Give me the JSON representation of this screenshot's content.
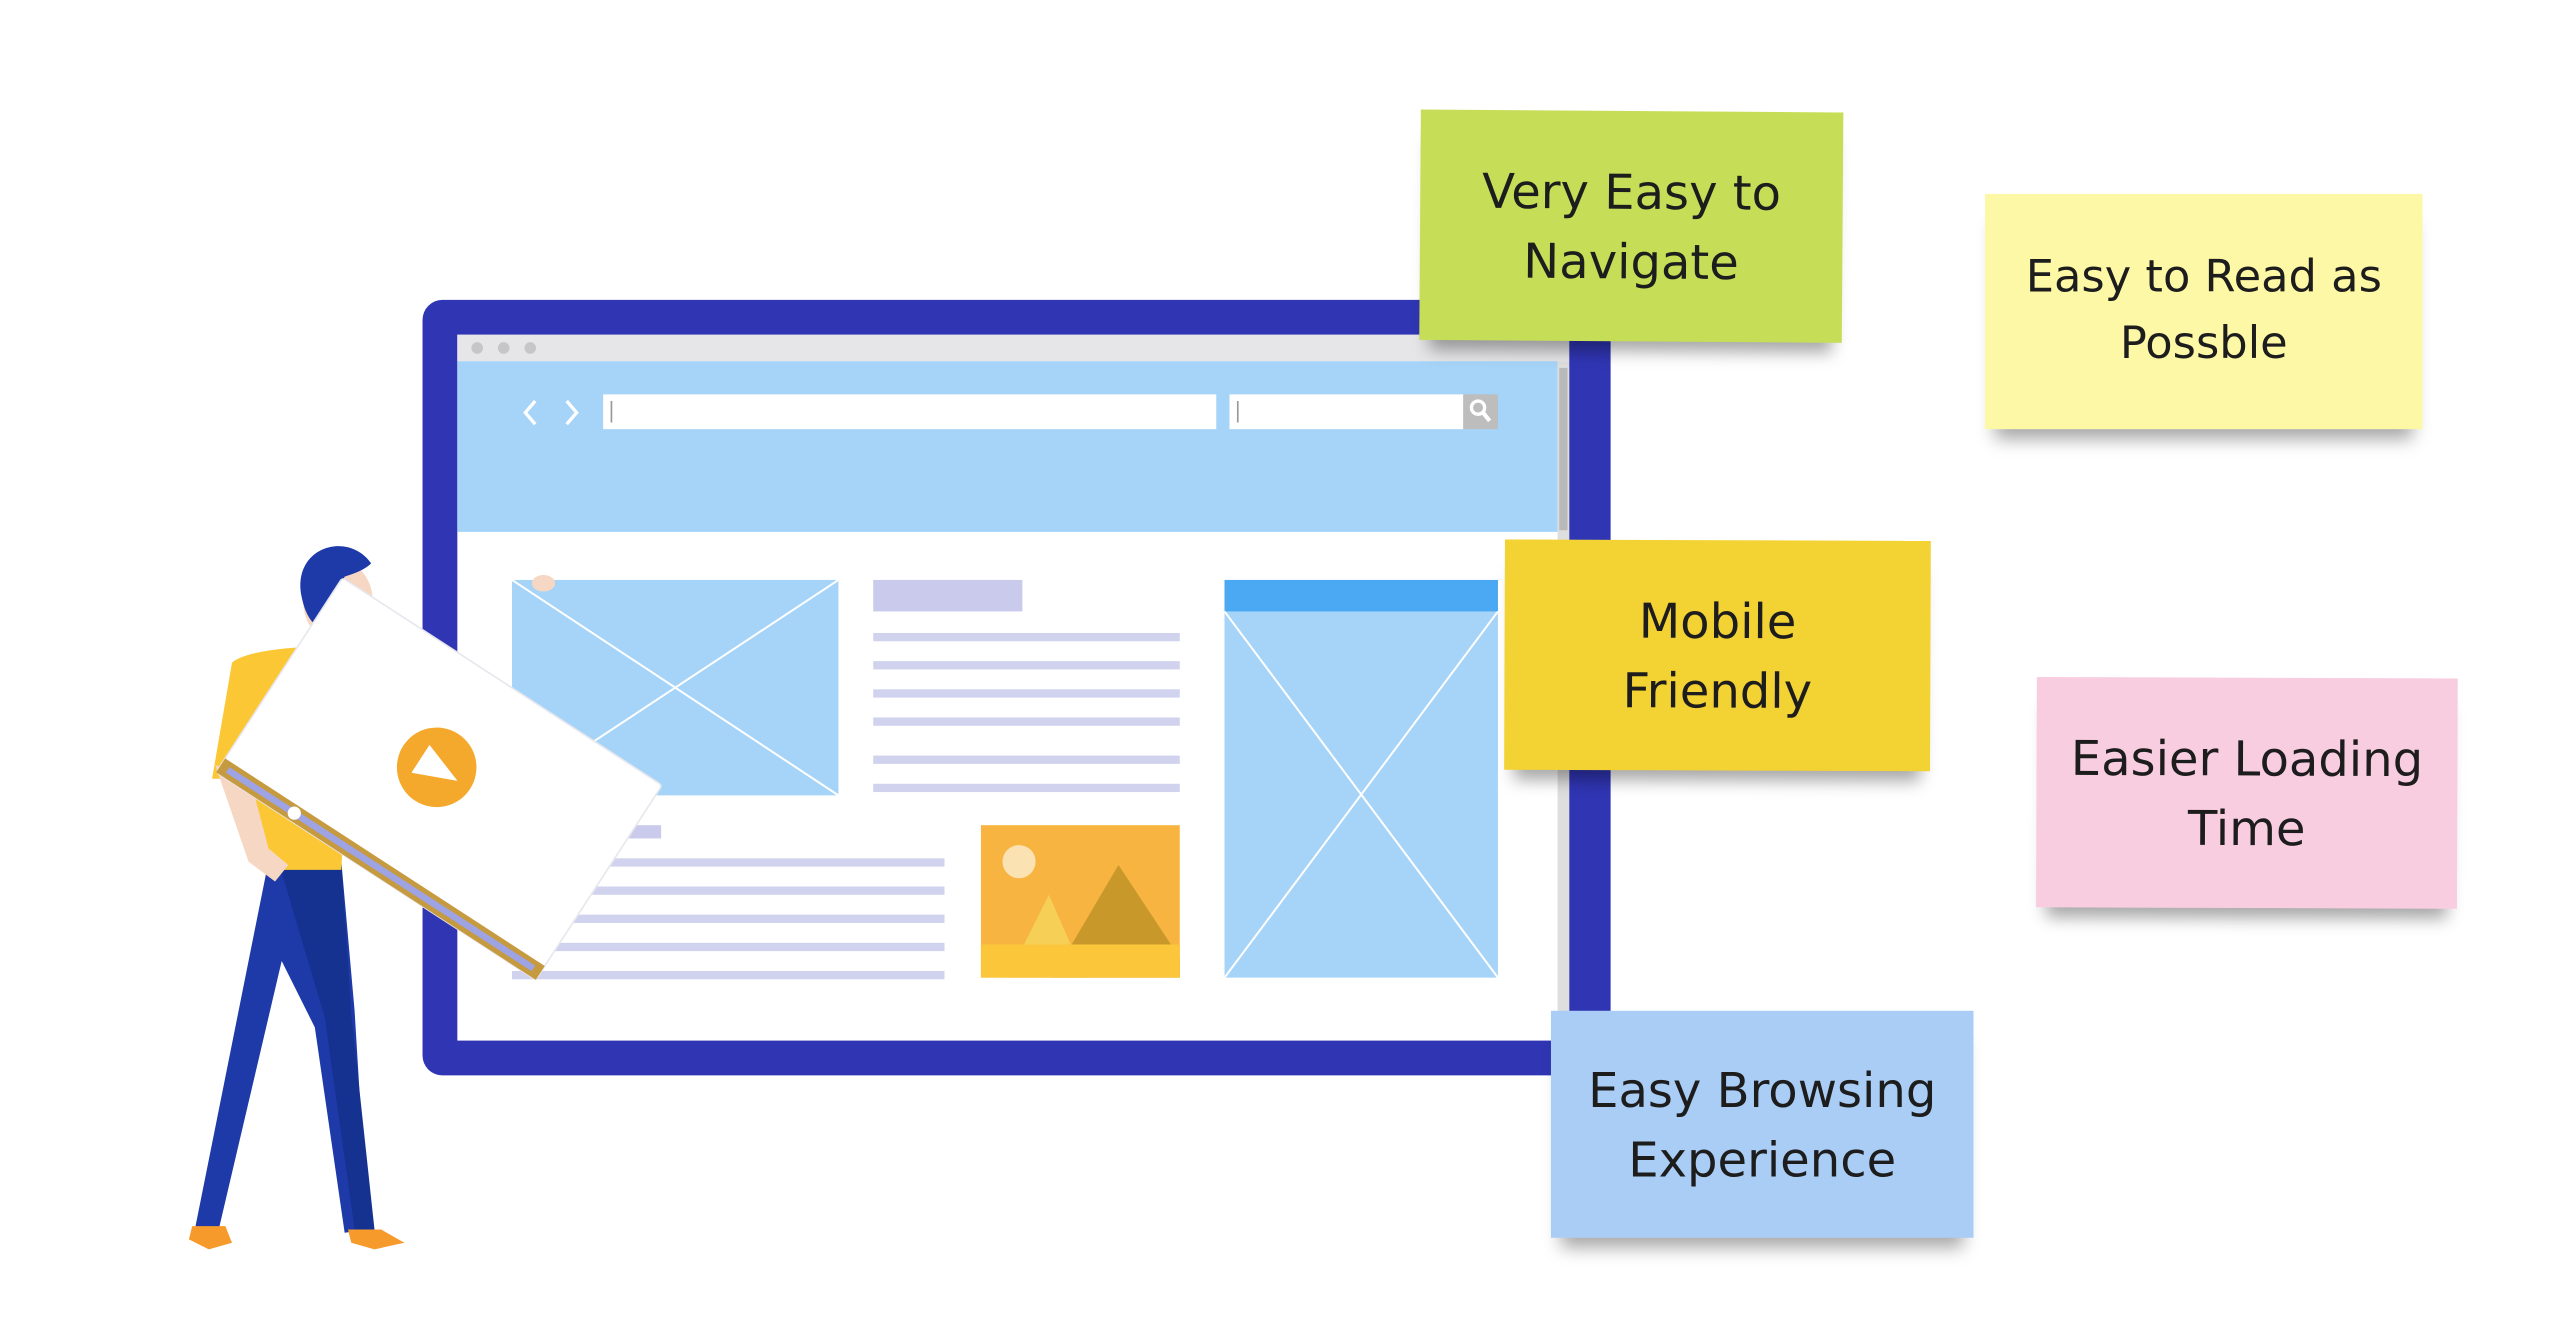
{
  "notes": {
    "navigate": "Very Easy to\nNavigate",
    "read": "Easy to Read as\nPossble",
    "mobile": "Mobile\nFriendly",
    "loading": "Easier Loading\nTime",
    "browsing": "Easy Browsing\nExperience"
  },
  "icons": {
    "illustration": "browser-wireframe-illustration",
    "person": "person-holding-video-card",
    "play": "play-icon",
    "search": "search-icon",
    "back": "chevron-left-icon",
    "forward": "chevron-right-icon"
  },
  "colors": {
    "monitor_frame": "#3035b3",
    "browser_header": "#a6d4f8",
    "wire_line": "#d0d2ee",
    "accent_orange": "#f4a92c",
    "sticky_green": "#c6de57",
    "sticky_yellow_light": "#fdf8a6",
    "sticky_yellow": "#f3d234",
    "sticky_pink": "#f9cde0",
    "sticky_blue": "#a9cdf5"
  }
}
